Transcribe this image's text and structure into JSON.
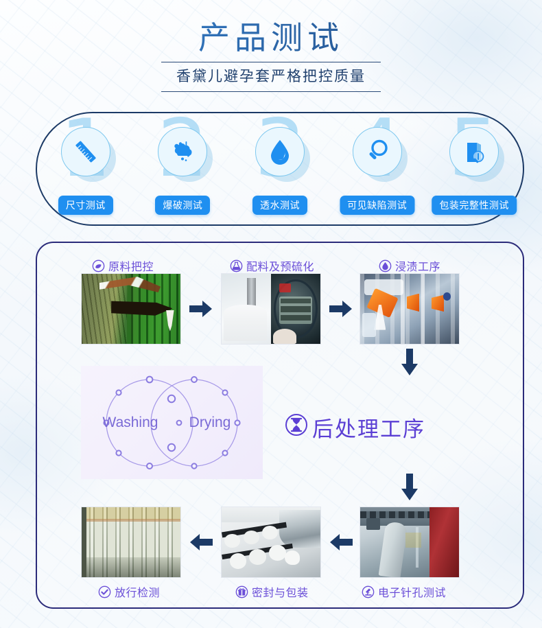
{
  "header": {
    "title": "产品测试",
    "subtitle": "香黛儿避孕套严格把控质量"
  },
  "colors": {
    "title_blue": "#2f6fb5",
    "title_navy": "#1d3f72",
    "pill_blue": "#1f8ff0",
    "big_number": "#a9d9f5",
    "icon_circle_bg": "#eaf7fe",
    "steps_border": "#1c3a66",
    "process_border": "#2b2b7a",
    "process_purple": "#6b4fd8",
    "post_title_purple": "#5b3fd4",
    "arrow_navy": "#1c3a66"
  },
  "tests": {
    "steps": [
      {
        "number": "1",
        "label": "尺寸测试",
        "icon": "ruler-icon"
      },
      {
        "number": "2",
        "label": "爆破测试",
        "icon": "burst-cloud-icon"
      },
      {
        "number": "3",
        "label": "透水测试",
        "icon": "water-drop-icon"
      },
      {
        "number": "4",
        "label": "可见缺陷测试",
        "icon": "magnifier-icon"
      },
      {
        "number": "5",
        "label": "包装完整性测试",
        "icon": "package-inspect-icon"
      }
    ]
  },
  "process": {
    "top_row": [
      {
        "label": "原料把控",
        "icon": "leaf-circle-icon",
        "photo": "rubber-tree-tapping"
      },
      {
        "label": "配料及预硫化",
        "icon": "flask-circle-icon",
        "photo": "latex-mixing-and-timer"
      },
      {
        "label": "浸渍工序",
        "icon": "droplet-circle-icon",
        "photo": "dipping-line"
      }
    ],
    "middle": {
      "venn": {
        "left_label": "Washing",
        "right_label": "Drying"
      },
      "title": "后处理工序",
      "icon": "hourglass-circle-icon"
    },
    "bottom_row": [
      {
        "label": "放行检测",
        "icon": "check-circle-icon",
        "photo": "condoms-on-mandrels"
      },
      {
        "label": "密封与包装",
        "icon": "gift-box-circle-icon",
        "photo": "packaging-machine"
      },
      {
        "label": "电子针孔测试",
        "icon": "microscope-circle-icon",
        "photo": "pinhole-tester"
      }
    ]
  }
}
